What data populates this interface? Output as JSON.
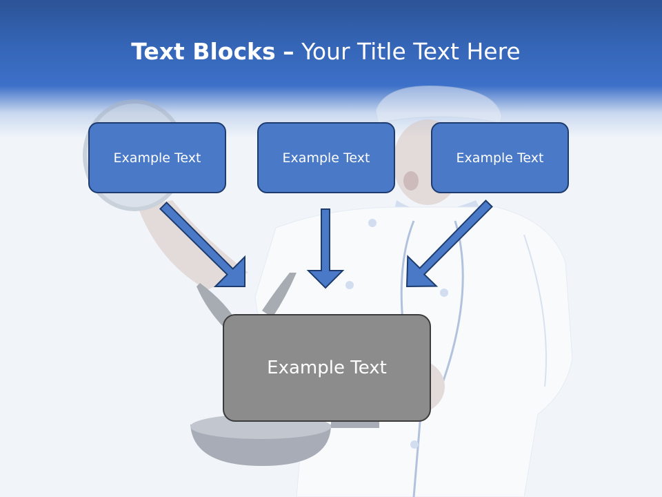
{
  "slide": {
    "title_bold": "Text Blocks",
    "title_dash": "–",
    "title_rest": "Your Title Text Here"
  },
  "blocks": {
    "left": "Example Text",
    "center": "Example Text",
    "right": "Example Text",
    "bottom": "Example Text"
  },
  "colors": {
    "header_top": "#2c5496",
    "header_mid": "#3d70c8",
    "background": "#f1f5fa",
    "block_fill": "#4a79c8",
    "block_border": "#1d3b6c",
    "bottom_fill": "#8c8c8c",
    "bottom_border": "#3b3b3b",
    "arrow_fill": "#4a79c8",
    "arrow_border": "#1d3b6c"
  }
}
